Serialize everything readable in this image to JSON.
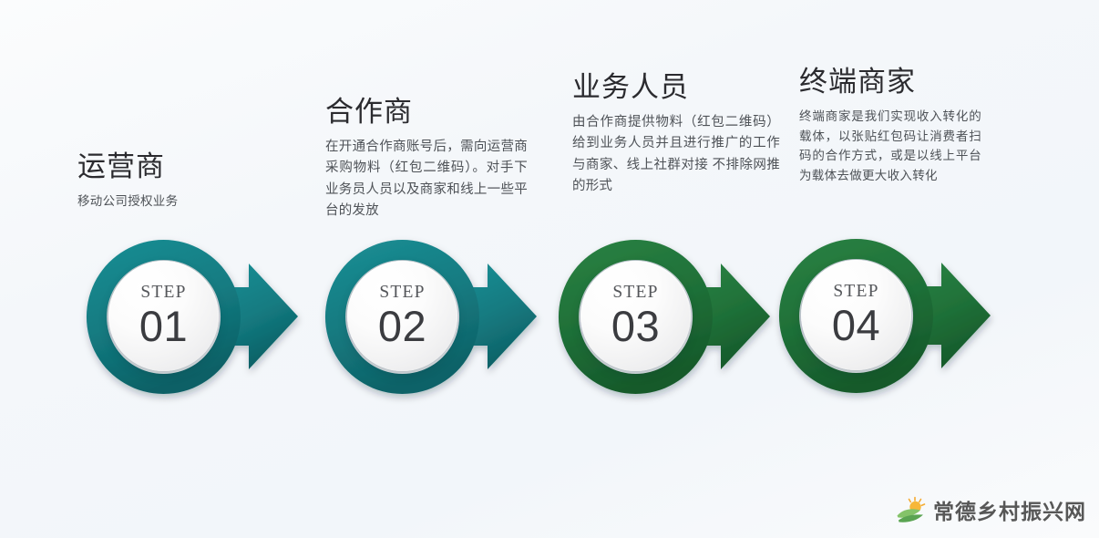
{
  "page": {
    "background_color": "#f4f7fa",
    "title_color": "#2b2b2f",
    "desc_color": "#4e5257"
  },
  "steps": [
    {
      "title": "运营商",
      "desc": "移动公司授权业务",
      "step_label": "STEP",
      "number": "01",
      "color": "#127a80",
      "color_dark": "#0d6166",
      "color_light": "#1b8e94"
    },
    {
      "title": "合作商",
      "desc": "在开通合作商账号后，需向运营商采购物料（红包二维码）。对手下业务员人员以及商家和线上一些平台的发放",
      "step_label": "STEP",
      "number": "02",
      "color": "#147a80",
      "color_dark": "#0f6267",
      "color_light": "#1c8f95"
    },
    {
      "title": "业务人员",
      "desc": "由合作商提供物料（红包二维码）给到业务人员并且进行推广的工作 与商家、线上社群对接 不排除网推的形式",
      "step_label": "STEP",
      "number": "03",
      "color": "#1f7038",
      "color_dark": "#165a2b",
      "color_light": "#2a8243"
    },
    {
      "title": "终端商家",
      "desc": "终端商家是我们实现收入转化的载体，以张贴红包码让消费者扫码的合作方式，或是以线上平台为载体去做更大收入转化",
      "step_label": "STEP",
      "number": "04",
      "color": "#1f7038",
      "color_dark": "#165a2b",
      "color_light": "#2a8243"
    }
  ],
  "watermark": {
    "text": "常德乡村振兴网",
    "icon": "sun-leaf-logo-icon",
    "sun_color": "#f5a623",
    "leaf_color": "#5aa84f"
  }
}
